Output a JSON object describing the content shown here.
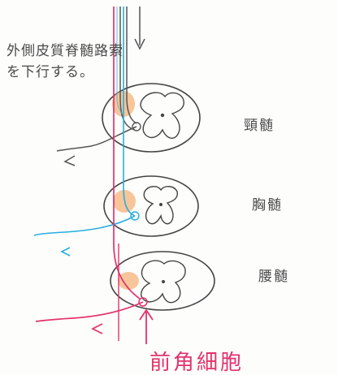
{
  "annotation": {
    "line1": "外側皮質脊髄路索",
    "line2": "を下行する。"
  },
  "segments": {
    "cervical": "頸髄",
    "thoracic": "胸髄",
    "lumbar": "腰髄"
  },
  "bottom_label": "前角細胞",
  "colors": {
    "pink_tract": "#e2336d",
    "blue_tract": "#27aee0",
    "gray_tract": "#555555",
    "outline": "#444444",
    "orange_fill": "#f4b27a"
  }
}
